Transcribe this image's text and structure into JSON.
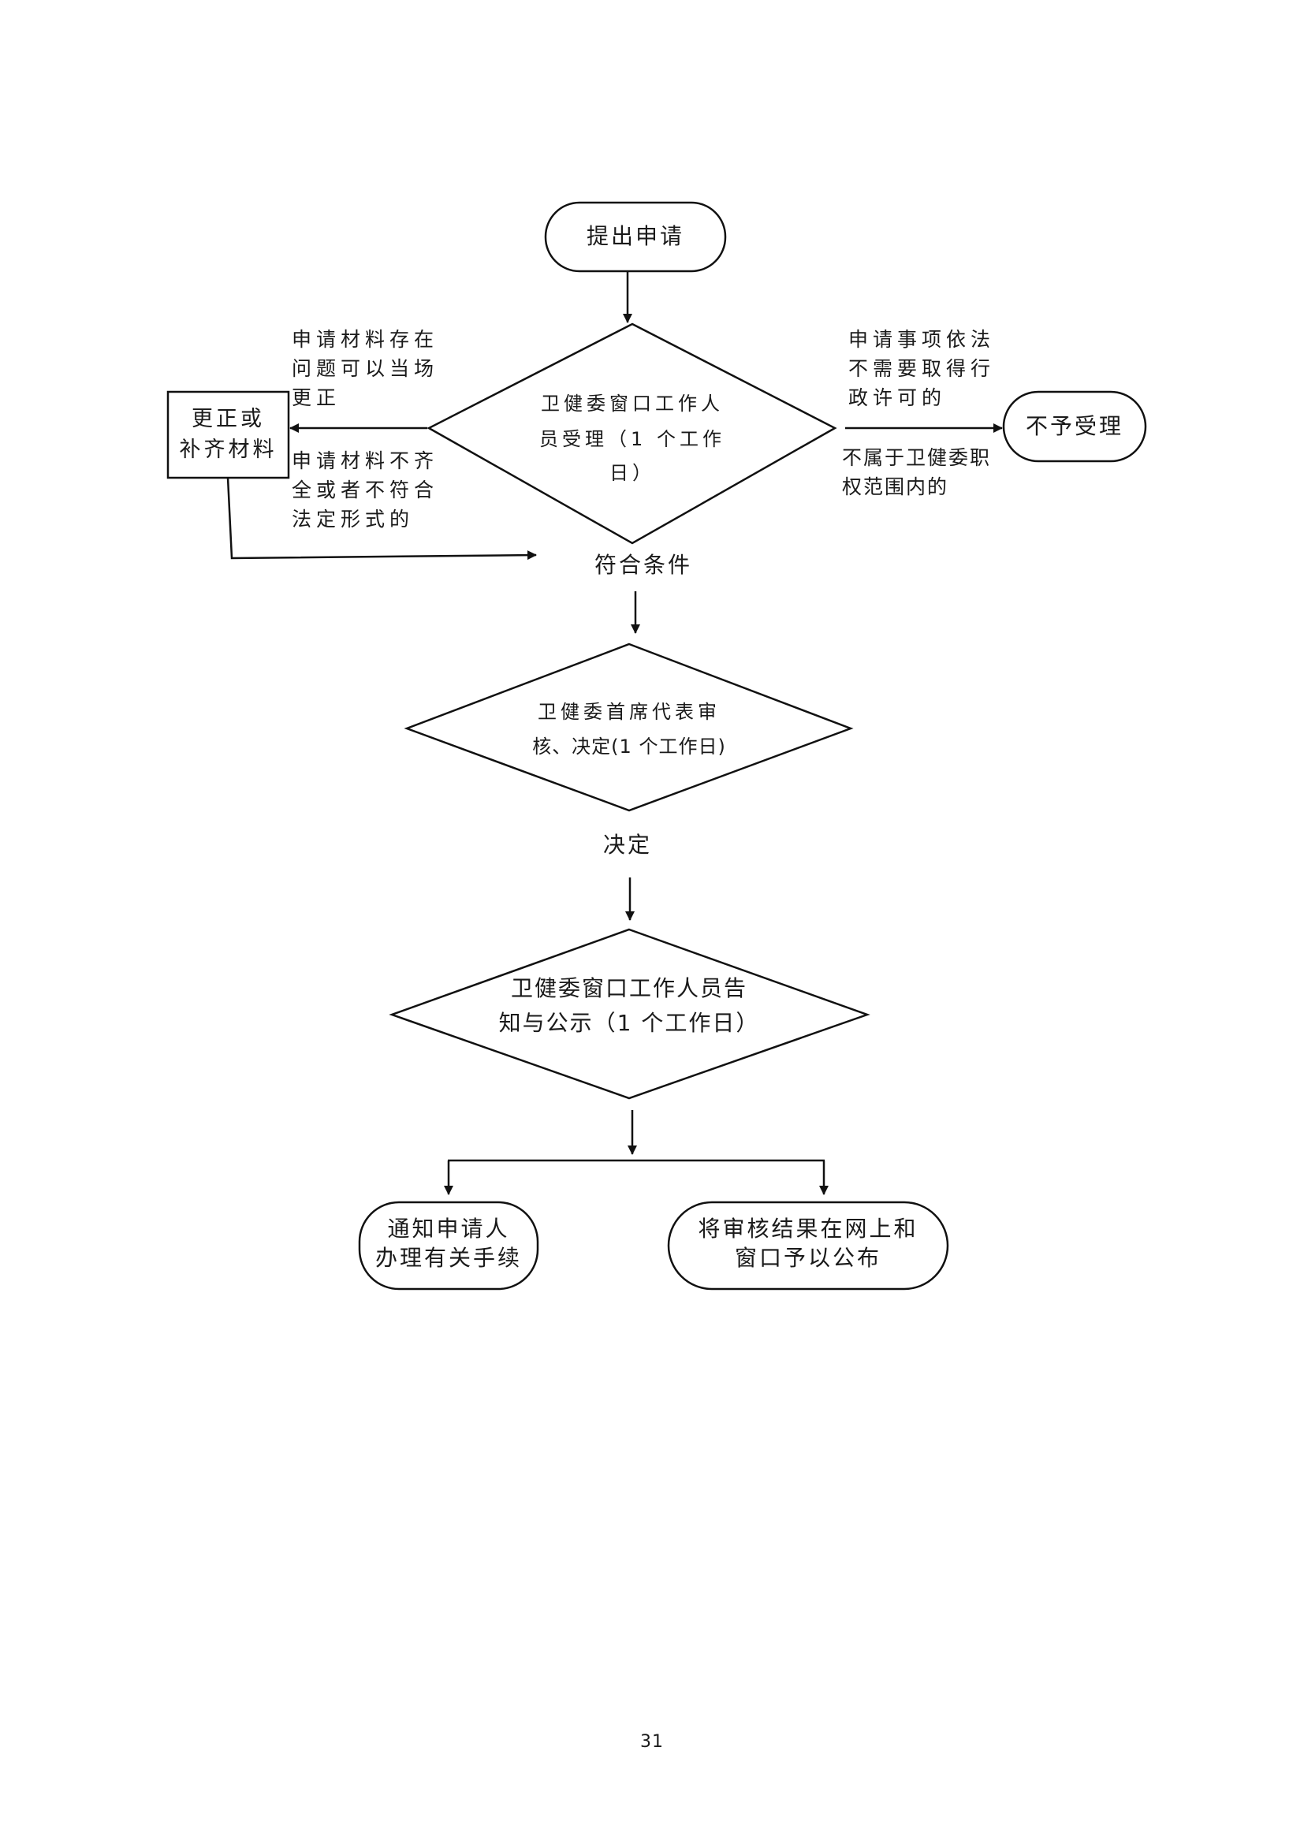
{
  "flowchart": {
    "start": "提出申请",
    "accept_step": {
      "line1": "卫健委窗口工作人",
      "line2": "员受理（1 个工作",
      "line3": "日）"
    },
    "correct_box": {
      "line1": "更正或",
      "line2": "补齐材料"
    },
    "note_fix_on_site": {
      "line1": "申请材料存在",
      "line2": "问题可以当场",
      "line3": "更正"
    },
    "note_incomplete": {
      "line1": "申请材料不齐",
      "line2": "全或者不符合",
      "line3": "法定形式的"
    },
    "note_no_permit": {
      "line1": "申请事项依法",
      "line2": "不需要取得行",
      "line3": "政许可的"
    },
    "note_out_of_scope": {
      "line1": "不属于卫健委职",
      "line2": "权范围内的"
    },
    "reject": "不予受理",
    "qualified_label": "符合条件",
    "review_step": {
      "line1": "卫健委首席代表审",
      "line2": "核、决定(1 个工作日)"
    },
    "decision_label": "决定",
    "notify_step": {
      "line1": "卫健委窗口工作人员告",
      "line2": "知与公示（1 个工作日）"
    },
    "notify_applicant": {
      "line1": "通知申请人",
      "line2": "办理有关手续"
    },
    "publish_result": {
      "line1": "将审核结果在网上和",
      "line2": "窗口予以公布"
    }
  },
  "page_number": "31"
}
